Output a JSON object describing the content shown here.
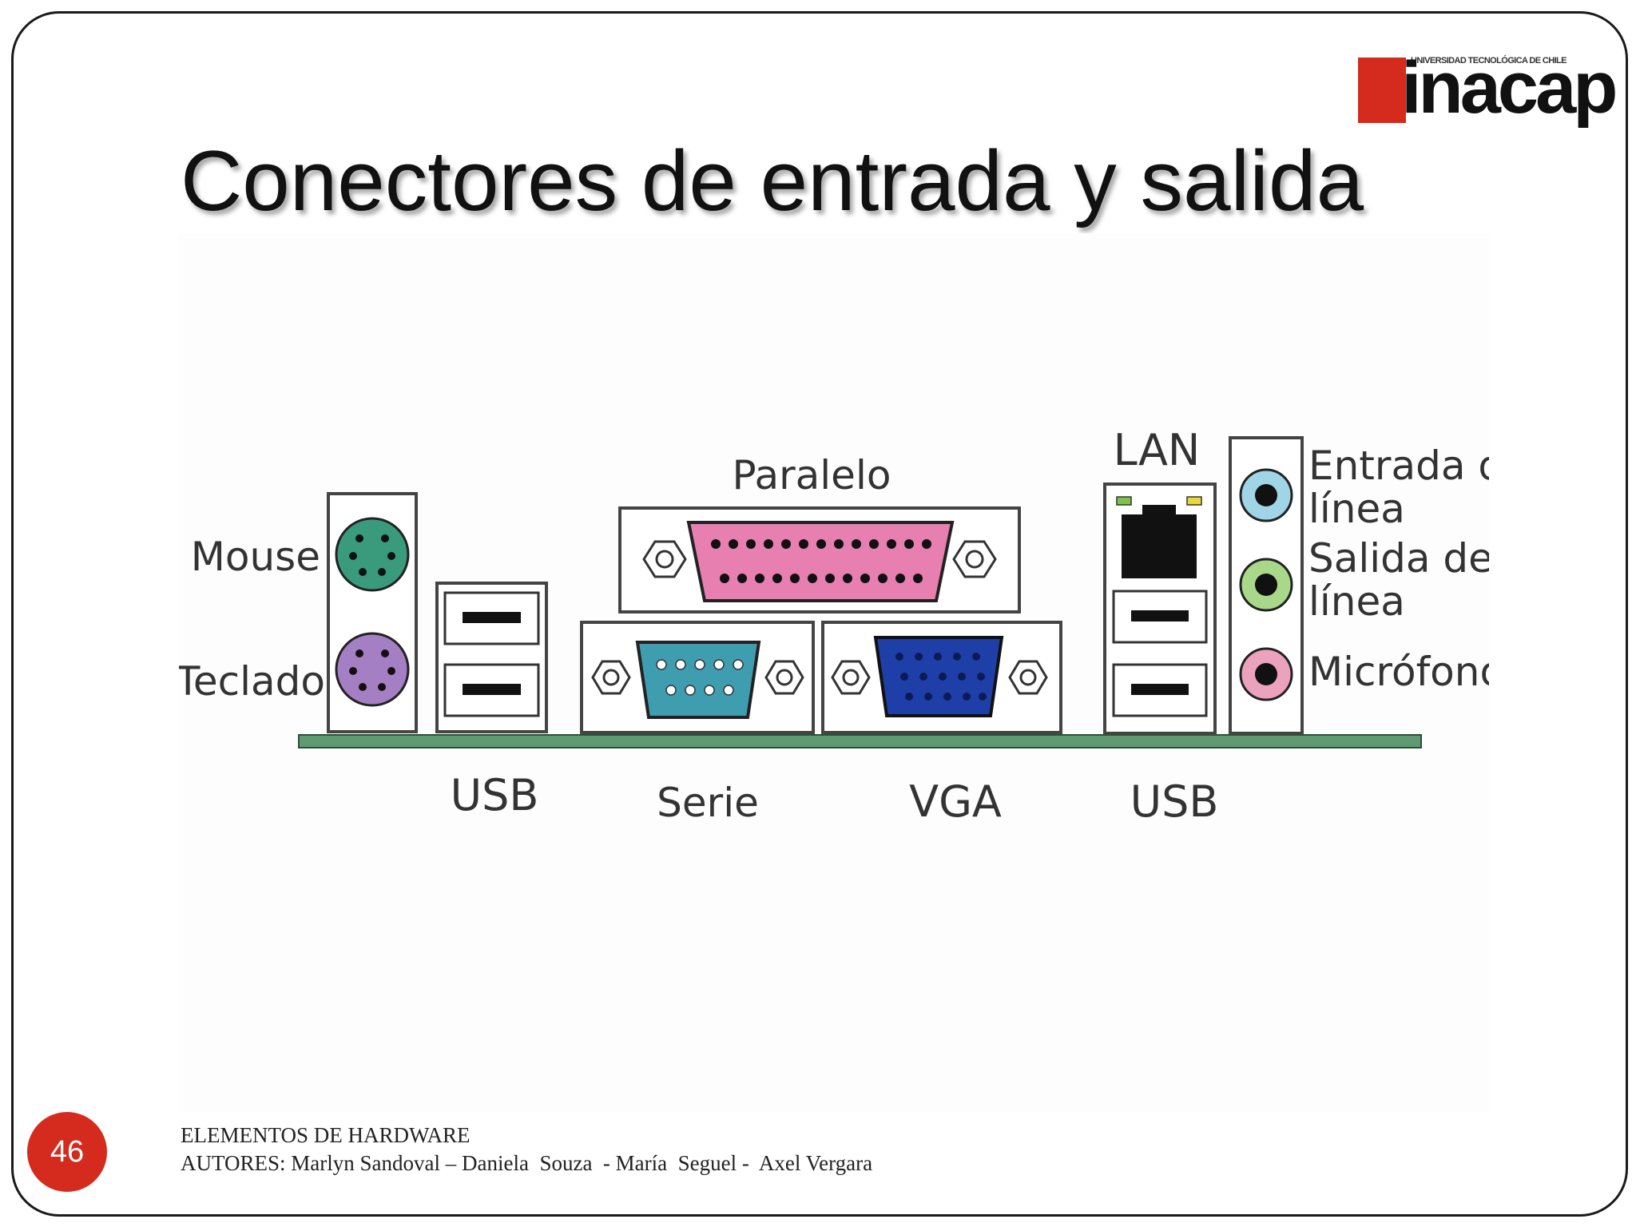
{
  "slide": {
    "title": "Conectores de entrada y salida",
    "page_number": "46",
    "footer_line1": "ELEMENTOS DE HARDWARE",
    "footer_line2": "AUTORES: Marlyn Sandoval – Daniela  Souza  - María  Seguel -  Axel Vergara"
  },
  "logo": {
    "tagline": "UNIVERSIDAD TECNOLÓGICA DE CHILE",
    "wordmark": "inacap",
    "brand_color": "#d52b1e"
  },
  "diagram": {
    "labels": {
      "mouse": "Mouse",
      "teclado": "Teclado",
      "usb_left": "USB",
      "paralelo": "Paralelo",
      "serie": "Serie",
      "vga": "VGA",
      "lan": "LAN",
      "usb_right": "USB",
      "entrada_1": "Entrada de",
      "entrada_2": "línea",
      "salida_1": "Salida de",
      "salida_2": "línea",
      "microfono": "Micrófono"
    },
    "colors": {
      "mouse_port": "#3a9a7c",
      "keyboard_port": "#a57fc4",
      "parallel_port": "#e77fb0",
      "serial_port": "#3f9db0",
      "vga_port": "#1f3fa8",
      "line_in_jack": "#9fd5e6",
      "line_out_jack": "#a9d88b",
      "mic_jack": "#eba3bd",
      "board": "#5f9a72"
    }
  }
}
